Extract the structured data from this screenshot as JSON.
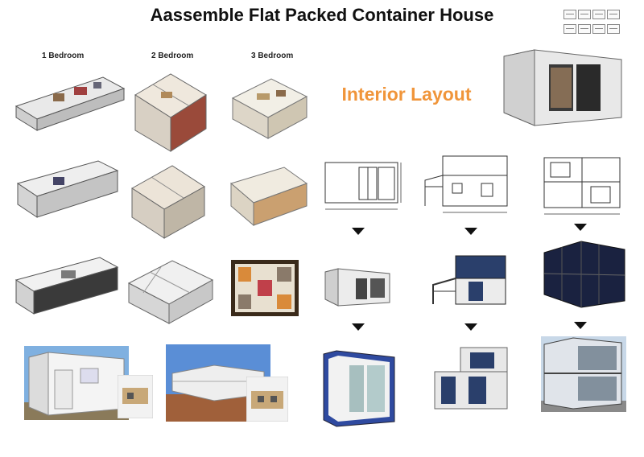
{
  "header": {
    "title": "Aassemble Flat Packed Container House"
  },
  "columns": {
    "one": "1 Bedroom",
    "two": "2 Bedroom",
    "three": "3 Bedroom"
  },
  "section": {
    "label": "Interior Layout"
  },
  "colors": {
    "accent": "#F0953A",
    "panel_white": "#f3f3f3",
    "glass_blue": "#2a3f6b",
    "frame_dark": "#333333"
  },
  "icons": [
    "floorplan-thumbnail-icon",
    "floorplan-thumbnail-icon",
    "floorplan-thumbnail-icon",
    "floorplan-thumbnail-icon",
    "floorplan-thumbnail-icon",
    "floorplan-thumbnail-icon",
    "floorplan-thumbnail-icon",
    "floorplan-thumbnail-icon"
  ]
}
